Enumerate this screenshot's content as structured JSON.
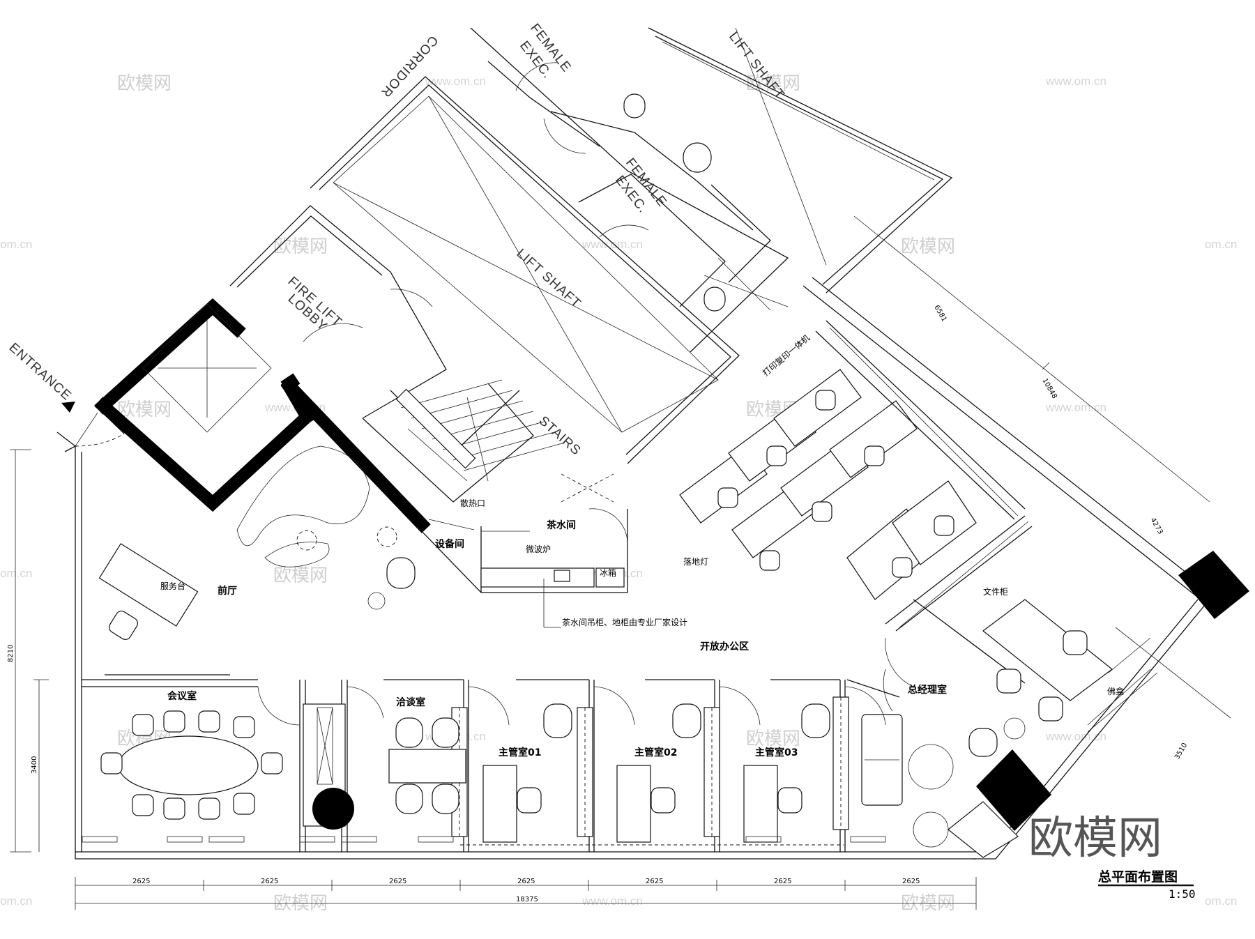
{
  "drawing": {
    "title": "总平面布置图",
    "scale": "1:50"
  },
  "rooms": {
    "reception_desk": "服务台",
    "front_hall": "前厅",
    "meeting_room": "会议室",
    "negotiation_room": "洽谈室",
    "manager_01": "主管室01",
    "manager_02": "主管室02",
    "manager_03": "主管室03",
    "general_manager": "总经理室",
    "open_office": "开放办公区",
    "pantry": "茶水间",
    "equipment_room": "设备间",
    "microwave": "微波炉",
    "fridge": "冰箱",
    "vent": "散热口",
    "pantry_note": "茶水间吊柜、地柜由专业厂家设计",
    "floor_lamp": "落地灯",
    "printer": "打印复印一体机",
    "file_cabinet": "文件柜",
    "shrine": "佛龛"
  },
  "core": {
    "entrance": "ENTRANCE",
    "fire_lift_lobby_1": "FIRE LIFT",
    "fire_lift_lobby_2": "LOBBY",
    "lift_shaft_1": "LIFT SHAFT",
    "lift_shaft_2": "LIFT SHAFT",
    "stairs": "STAIRS",
    "corridor": "CORRIDOR",
    "female_exec_1a": "FEMALE",
    "female_exec_1b": "EXEC.",
    "female_exec_2a": "FEMALE",
    "female_exec_2b": "EXEC."
  },
  "dimensions": {
    "bottom_segments": [
      "2625",
      "2625",
      "2625",
      "2625",
      "2625",
      "2625",
      "2625"
    ],
    "bottom_total": "18375",
    "left_total": "8210",
    "left_sub": "3400",
    "right_1": "6581",
    "right_2": "10848",
    "right_3": "4273",
    "right_4": "3510"
  },
  "watermark": {
    "brand": "欧模网",
    "url": "www.om.cn",
    "url_short": "om.cn"
  }
}
